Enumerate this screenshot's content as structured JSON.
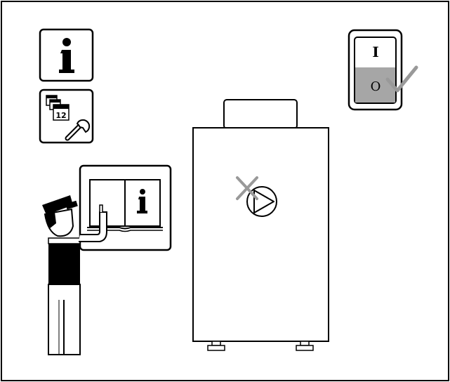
{
  "switch": {
    "on_label": "I",
    "off_label": "O"
  },
  "calendar": {
    "number": "12"
  },
  "icons": {
    "info": "info-icon",
    "maintenance": "calendar-wrench-icon",
    "manual": "manual-book-icon",
    "power_switch": "power-switch-icon",
    "checkmark": "checkmark-icon",
    "pump": "pump-icon",
    "cross": "cross-icon",
    "technician": "technician-figure"
  },
  "colors": {
    "outline": "#000000",
    "switch_off_fill": "#a6a6a6",
    "mark_gray": "#999999",
    "background": "#ffffff"
  }
}
